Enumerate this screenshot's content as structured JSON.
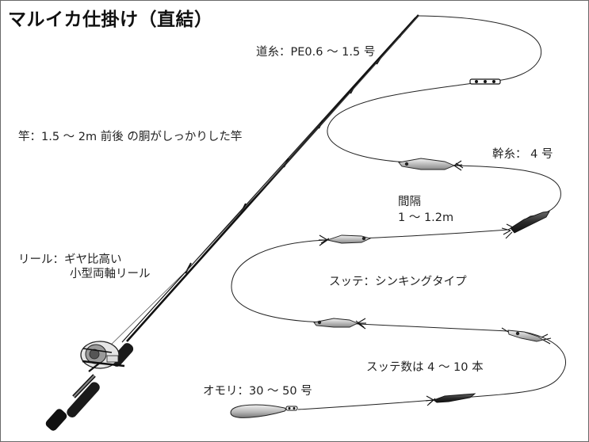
{
  "title": "マルイカ仕掛け（直結）",
  "labels": {
    "main_line": "道糸：PE0.6 〜 1.5 号",
    "rod": "竿：1.5 〜 2m 前後 の胴がしっかりした竿",
    "branch_line": "幹糸： 4 号",
    "spacing_title": "間隔",
    "spacing_value": "1 〜 1.2m",
    "reel_line1": "リール：ギヤ比高い",
    "reel_line2": "小型両軸リール",
    "sutte_type": "スッテ：シンキングタイプ",
    "sutte_count": "スッテ数は 4 〜 10 本",
    "sinker": "オモリ：30 〜 50 号"
  },
  "icons": {
    "rod": "fishing-rod-icon",
    "reel": "bait-reel-icon",
    "swivel": "swivel-icon",
    "sutte": "squid-jig-icon",
    "sinker": "sinker-weight-icon"
  }
}
